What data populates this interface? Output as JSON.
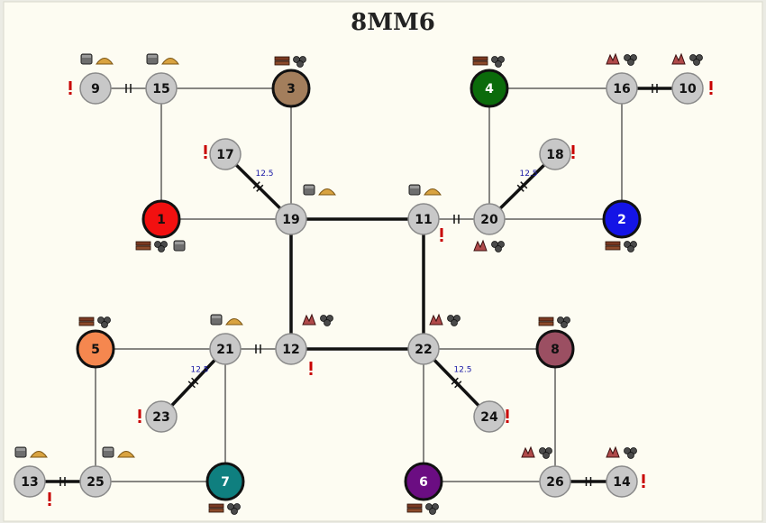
{
  "title": "8MM6",
  "edge_length_label": "12.5",
  "colors": {
    "node_default": "#c8c8c8",
    "node_1": "#f21010",
    "node_2": "#1414e6",
    "node_3": "#a37e5c",
    "node_4": "#0b6b0b",
    "node_5": "#f5874f",
    "node_6": "#6b0d82",
    "node_7": "#0f7f7f",
    "node_8": "#9b4f62",
    "warning": "#c80000",
    "length_label": "#1a1aa6"
  },
  "nodes": [
    {
      "id": "1",
      "label": "1"
    },
    {
      "id": "2",
      "label": "2"
    },
    {
      "id": "3",
      "label": "3"
    },
    {
      "id": "4",
      "label": "4"
    },
    {
      "id": "5",
      "label": "5"
    },
    {
      "id": "6",
      "label": "6"
    },
    {
      "id": "7",
      "label": "7"
    },
    {
      "id": "8",
      "label": "8"
    },
    {
      "id": "9",
      "label": "9"
    },
    {
      "id": "10",
      "label": "10"
    },
    {
      "id": "11",
      "label": "11"
    },
    {
      "id": "12",
      "label": "12"
    },
    {
      "id": "13",
      "label": "13"
    },
    {
      "id": "14",
      "label": "14"
    },
    {
      "id": "15",
      "label": "15"
    },
    {
      "id": "16",
      "label": "16"
    },
    {
      "id": "17",
      "label": "17"
    },
    {
      "id": "18",
      "label": "18"
    },
    {
      "id": "19",
      "label": "19"
    },
    {
      "id": "20",
      "label": "20"
    },
    {
      "id": "21",
      "label": "21"
    },
    {
      "id": "22",
      "label": "22"
    },
    {
      "id": "23",
      "label": "23"
    },
    {
      "id": "24",
      "label": "24"
    },
    {
      "id": "25",
      "label": "25"
    },
    {
      "id": "26",
      "label": "26"
    }
  ],
  "edges": [
    {
      "from": "9",
      "to": "15",
      "style": "thin",
      "blocked": true
    },
    {
      "from": "15",
      "to": "3",
      "style": "thin"
    },
    {
      "from": "15",
      "to": "1",
      "style": "thin"
    },
    {
      "from": "3",
      "to": "19",
      "style": "thin"
    },
    {
      "from": "1",
      "to": "19",
      "style": "thin"
    },
    {
      "from": "17",
      "to": "19",
      "style": "thick",
      "blocked": true,
      "length": "12.5"
    },
    {
      "from": "19",
      "to": "11",
      "style": "thick"
    },
    {
      "from": "19",
      "to": "12",
      "style": "thick"
    },
    {
      "from": "11",
      "to": "20",
      "style": "thin",
      "blocked": true
    },
    {
      "from": "11",
      "to": "22",
      "style": "thick"
    },
    {
      "from": "4",
      "to": "16",
      "style": "thin"
    },
    {
      "from": "4",
      "to": "20",
      "style": "thin"
    },
    {
      "from": "16",
      "to": "10",
      "style": "thick",
      "blocked": true
    },
    {
      "from": "16",
      "to": "2",
      "style": "thin"
    },
    {
      "from": "20",
      "to": "2",
      "style": "thin"
    },
    {
      "from": "18",
      "to": "20",
      "style": "thick",
      "blocked": true,
      "length": "12.5"
    },
    {
      "from": "12",
      "to": "22",
      "style": "thick"
    },
    {
      "from": "21",
      "to": "12",
      "style": "thin",
      "blocked": true
    },
    {
      "from": "5",
      "to": "21",
      "style": "thin"
    },
    {
      "from": "5",
      "to": "25",
      "style": "thin"
    },
    {
      "from": "21",
      "to": "7",
      "style": "thin"
    },
    {
      "from": "21",
      "to": "23",
      "style": "thick",
      "blocked": true,
      "length": "12.5"
    },
    {
      "from": "13",
      "to": "25",
      "style": "thick",
      "blocked": true
    },
    {
      "from": "25",
      "to": "7",
      "style": "thin"
    },
    {
      "from": "22",
      "to": "8",
      "style": "thin"
    },
    {
      "from": "22",
      "to": "6",
      "style": "thin"
    },
    {
      "from": "22",
      "to": "24",
      "style": "thick",
      "blocked": true,
      "length": "12.5"
    },
    {
      "from": "6",
      "to": "26",
      "style": "thin"
    },
    {
      "from": "8",
      "to": "26",
      "style": "thin"
    },
    {
      "from": "26",
      "to": "14",
      "style": "thick",
      "blocked": true
    }
  ],
  "resources": [
    {
      "node": "9",
      "icons": [
        "ore-icon",
        "grain-icon"
      ]
    },
    {
      "node": "15",
      "icons": [
        "ore-icon",
        "grain-icon"
      ]
    },
    {
      "node": "3",
      "icons": [
        "brick-icon",
        "wood-icon"
      ]
    },
    {
      "node": "4",
      "icons": [
        "brick-icon",
        "wood-icon"
      ]
    },
    {
      "node": "16",
      "icons": [
        "wool-icon",
        "wood-icon"
      ]
    },
    {
      "node": "10",
      "icons": [
        "wool-icon",
        "wood-icon"
      ]
    },
    {
      "node": "19",
      "icons": [
        "ore-icon",
        "grain-icon"
      ]
    },
    {
      "node": "11",
      "icons": [
        "ore-icon",
        "grain-icon"
      ]
    },
    {
      "node": "1",
      "icons": [
        "brick-icon",
        "wood-icon",
        "ore-icon"
      ]
    },
    {
      "node": "20",
      "icons": [
        "wool-icon",
        "wood-icon"
      ]
    },
    {
      "node": "2",
      "icons": [
        "brick-icon",
        "wood-icon"
      ]
    },
    {
      "node": "5",
      "icons": [
        "brick-icon",
        "wood-icon"
      ]
    },
    {
      "node": "21",
      "icons": [
        "ore-icon",
        "grain-icon"
      ]
    },
    {
      "node": "12",
      "icons": [
        "wool-icon",
        "wood-icon"
      ]
    },
    {
      "node": "22",
      "icons": [
        "wool-icon",
        "wood-icon"
      ]
    },
    {
      "node": "8",
      "icons": [
        "brick-icon",
        "wood-icon"
      ]
    },
    {
      "node": "13",
      "icons": [
        "ore-icon",
        "grain-icon"
      ]
    },
    {
      "node": "25",
      "icons": [
        "ore-icon",
        "grain-icon"
      ]
    },
    {
      "node": "7",
      "icons": [
        "brick-icon",
        "wood-icon"
      ]
    },
    {
      "node": "6",
      "icons": [
        "brick-icon",
        "wood-icon"
      ]
    },
    {
      "node": "26",
      "icons": [
        "wool-icon",
        "wood-icon"
      ]
    },
    {
      "node": "14",
      "icons": [
        "wool-icon",
        "wood-icon"
      ]
    }
  ],
  "warnings": [
    "9",
    "10",
    "17",
    "18",
    "11",
    "12",
    "23",
    "24",
    "13",
    "14"
  ]
}
